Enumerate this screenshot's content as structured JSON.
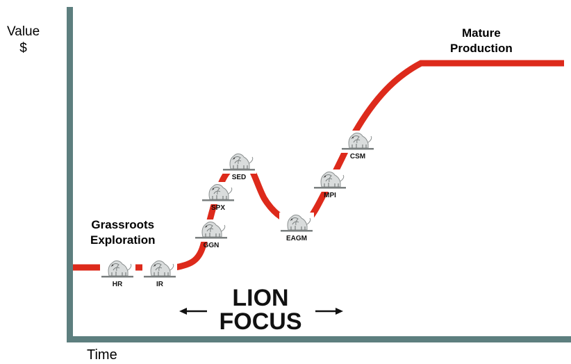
{
  "axes": {
    "y_label_line1": "Value",
    "y_label_line2": "$",
    "x_label": "Time"
  },
  "stages": {
    "grassroots_line1": "Grassroots",
    "grassroots_line2": "Exploration",
    "mature_line1": "Mature",
    "mature_line2": "Production"
  },
  "focus": {
    "line1": "LION",
    "line2": "FOCUS"
  },
  "companies": [
    "HR",
    "IR",
    "GGN",
    "SPX",
    "SED",
    "EAGM",
    "MPI",
    "CSM"
  ],
  "colors": {
    "curve": "#dd2a1b",
    "axis": "#5d7f7f"
  },
  "icon": "lion-logo-icon"
}
